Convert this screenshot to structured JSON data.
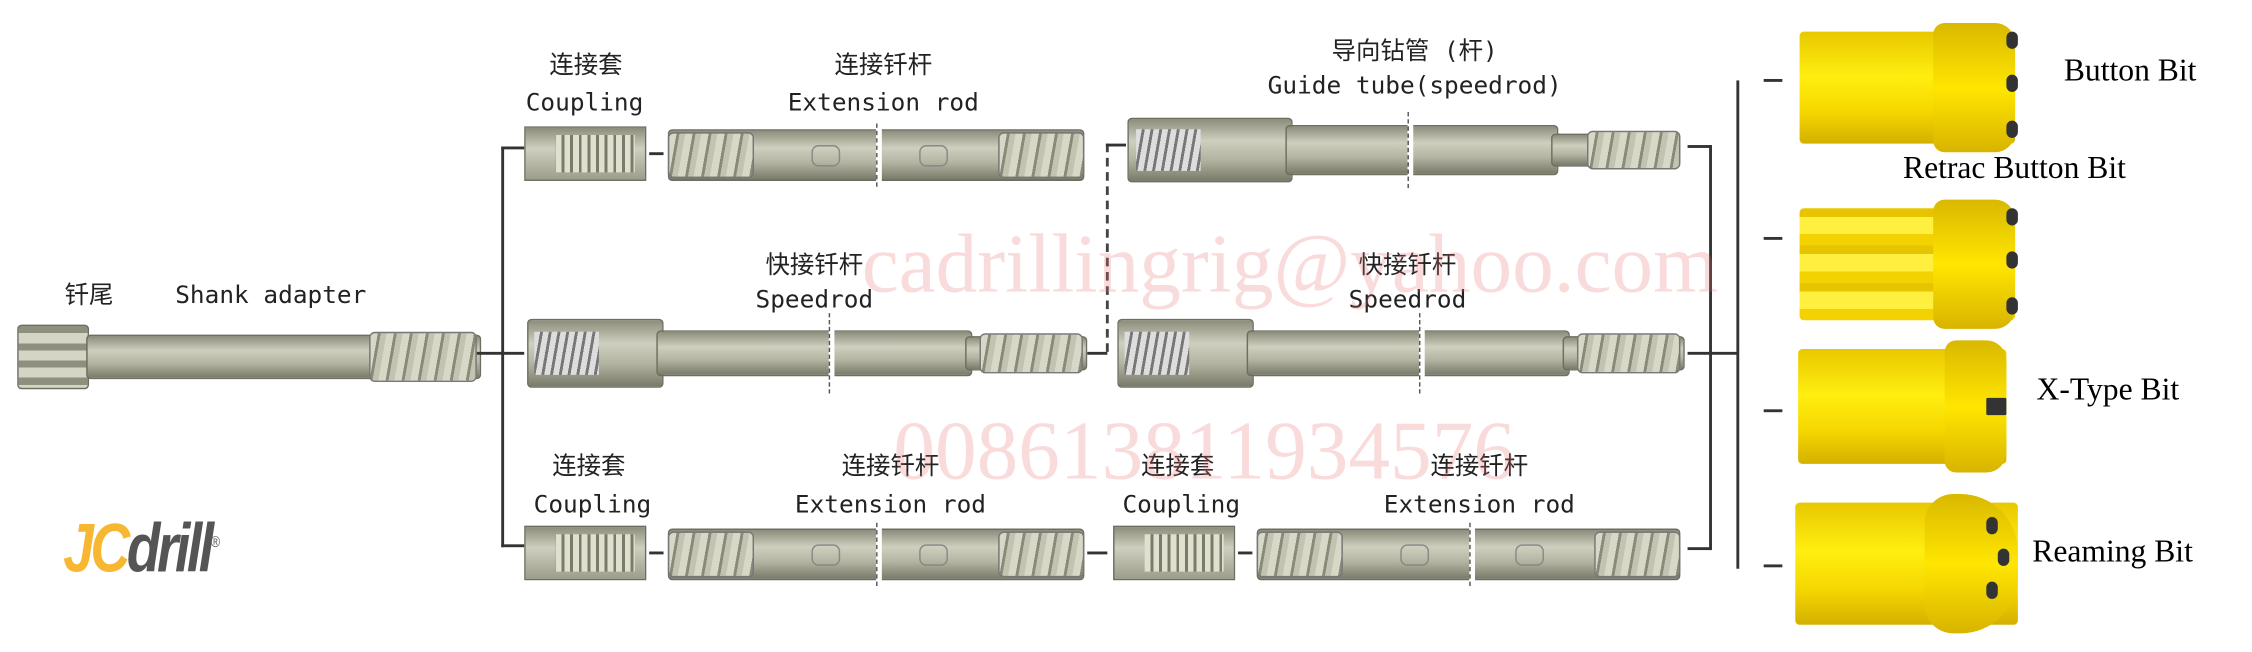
{
  "shank": {
    "cn": "钎尾",
    "en": "Shank adapter"
  },
  "row1": {
    "coupling": {
      "cn": "连接套",
      "en": "Coupling"
    },
    "extension": {
      "cn": "连接钎杆",
      "en": "Extension rod"
    },
    "guide": {
      "cn": "导向钻管 (杆)",
      "en": "Guide tube(speedrod)"
    }
  },
  "row2": {
    "speedrod1": {
      "cn": "快接钎杆",
      "en": "Speedrod"
    },
    "speedrod2": {
      "cn": "快接钎杆",
      "en": "Speedrod"
    }
  },
  "row3": {
    "coupling1": {
      "cn": "连接套",
      "en": "Coupling"
    },
    "extension1": {
      "cn": "连接钎杆",
      "en": "Extension rod"
    },
    "coupling2": {
      "cn": "连接套",
      "en": "Coupling"
    },
    "extension2": {
      "cn": "连接钎杆",
      "en": "Extension rod"
    }
  },
  "bits": [
    "Button Bit",
    "Retrac Button Bit",
    "X-Type Bit",
    "Reaming Bit"
  ],
  "logo": {
    "part1": "JC",
    "part2": "drill",
    "mark": "®"
  },
  "watermark": {
    "email": "cadrillingrig@yahoo.com",
    "phone": "008613811934576"
  },
  "colors": {
    "bit_yellow": "#ffe600",
    "logo_orange": "#f7b733",
    "logo_gray": "#555555",
    "watermark": "#e66e6e"
  }
}
